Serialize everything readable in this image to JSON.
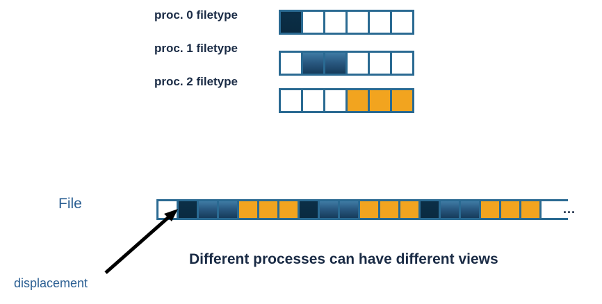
{
  "filetypes": [
    {
      "label": "proc. 0 filetype",
      "cells": [
        "dark",
        "empty",
        "empty",
        "empty",
        "empty",
        "empty"
      ]
    },
    {
      "label": "proc. 1 filetype",
      "cells": [
        "empty",
        "mid",
        "mid",
        "empty",
        "empty",
        "empty"
      ]
    },
    {
      "label": "proc. 2 filetype",
      "cells": [
        "empty",
        "empty",
        "empty",
        "orange",
        "orange",
        "orange"
      ]
    }
  ],
  "file": {
    "label": "File",
    "cells": [
      "empty",
      "dark",
      "mid",
      "mid",
      "orange",
      "orange",
      "orange",
      "dark",
      "mid",
      "mid",
      "orange",
      "orange",
      "orange",
      "dark",
      "mid",
      "mid",
      "orange",
      "orange",
      "orange",
      "empty"
    ],
    "ellipsis": "..."
  },
  "displacement_label": "displacement",
  "caption": "Different processes can have different views",
  "colors": {
    "border": "#2a6a92",
    "dark": "#0b2f47",
    "mid": "#2a5a82",
    "orange": "#f2a41f",
    "text_dark": "#1a2b45",
    "text_blue": "#2b5f93"
  }
}
